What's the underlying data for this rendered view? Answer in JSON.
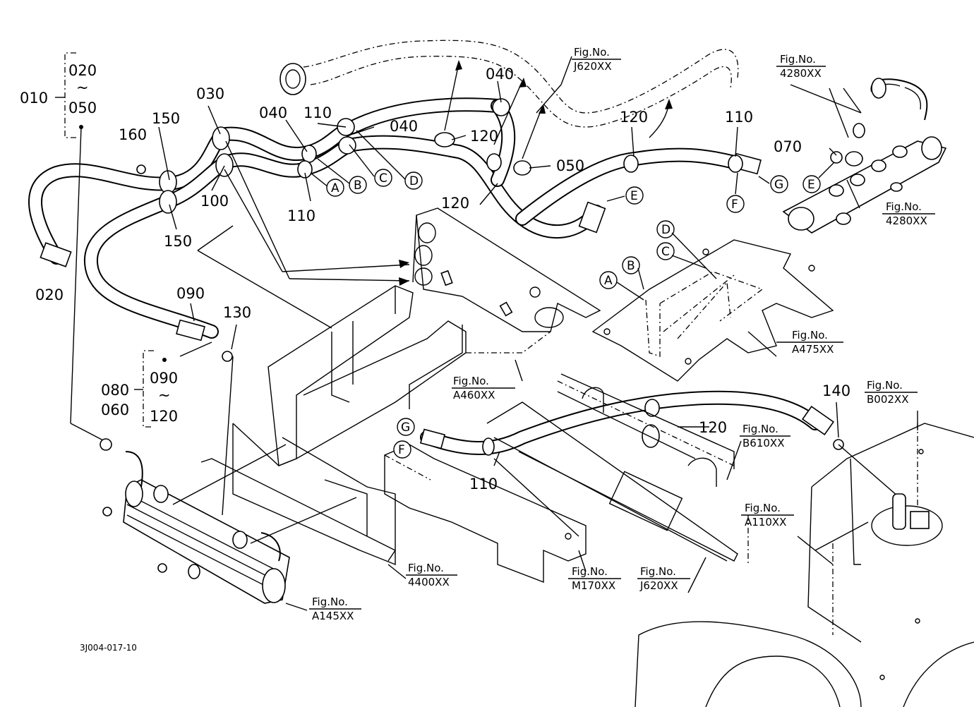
{
  "drawing_id": "3J004-017-10",
  "part_numbers": {
    "p010": "010",
    "p020a": "020",
    "p020b": "020",
    "p050a": "050",
    "p050b": "050",
    "p030": "030",
    "p040a": "040",
    "p040b": "040",
    "p040c": "040",
    "p060": "060",
    "p070": "070",
    "p080": "080",
    "p090a": "090",
    "p090b": "090",
    "p100": "100",
    "p110a": "110",
    "p110b": "110",
    "p110c": "110",
    "p110d": "110",
    "p120a": "120",
    "p120b": "120",
    "p120c": "120",
    "p120d": "120",
    "p120e": "120",
    "p130": "130",
    "p140": "140",
    "p150a": "150",
    "p150b": "150",
    "p160": "160"
  },
  "range_marks": {
    "tilde1": "~",
    "tilde2": "~"
  },
  "callouts": {
    "A1": "A",
    "B1": "B",
    "C1": "C",
    "D1": "D",
    "E1": "E",
    "F1": "F",
    "G1": "G",
    "E2": "E",
    "A2": "A",
    "B2": "B",
    "C2": "C",
    "D2": "D",
    "F2": "F",
    "G2": "G"
  },
  "figure_refs": [
    {
      "caption": "Fig.No.",
      "code": "J620XX"
    },
    {
      "caption": "Fig.No.",
      "code": "4280XX"
    },
    {
      "caption": "Fig.No.",
      "code": "4280XX"
    },
    {
      "caption": "Fig.No.",
      "code": "A475XX"
    },
    {
      "caption": "Fig.No.",
      "code": "A460XX"
    },
    {
      "caption": "Fig.No.",
      "code": "B002XX"
    },
    {
      "caption": "Fig.No.",
      "code": "B610XX"
    },
    {
      "caption": "Fig.No.",
      "code": "A110XX"
    },
    {
      "caption": "Fig.No.",
      "code": "4400XX"
    },
    {
      "caption": "Fig.No.",
      "code": "M170XX"
    },
    {
      "caption": "Fig.No.",
      "code": "J620XX"
    },
    {
      "caption": "Fig.No.",
      "code": "A145XX"
    }
  ]
}
